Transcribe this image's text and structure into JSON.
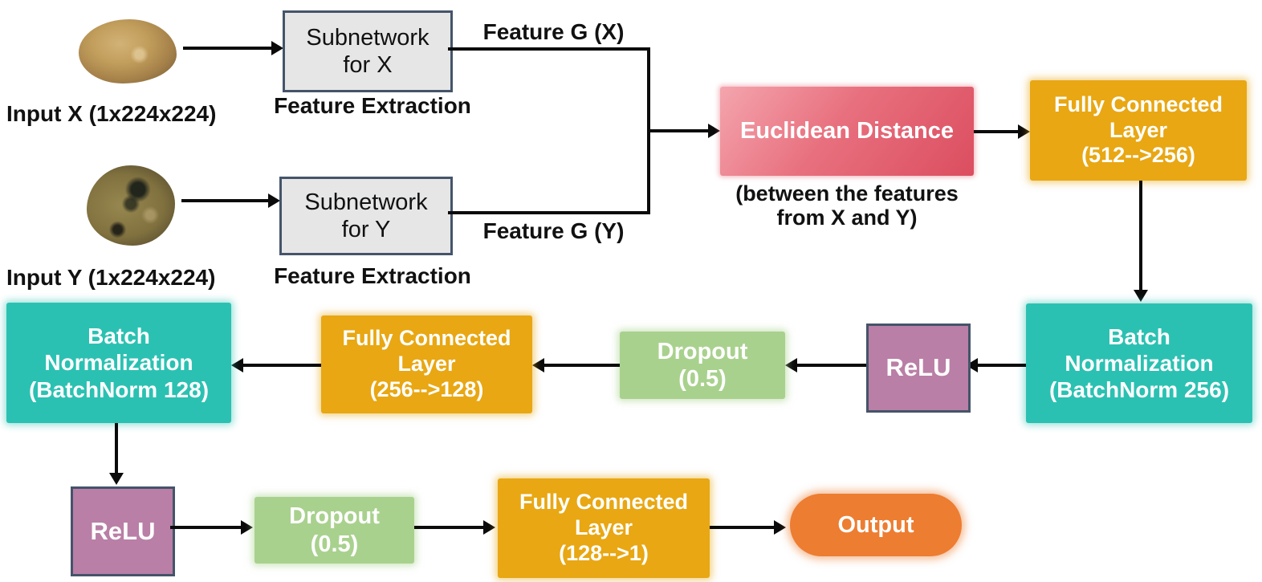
{
  "colors": {
    "amber": "#E8A713",
    "teal": "#2BC1B2",
    "green": "#A9D18E",
    "mauve": "#B97FA6",
    "euclid_gradient_light": "#F4A5AE",
    "euclid_gradient_dark": "#DB4E60",
    "output_orange": "#ED7D31",
    "box_border": "#44546A",
    "subnetwork_fill": "#E7E6E6",
    "arrow": "#0B0B0B",
    "text_dark": "#111111",
    "text_light": "#FFFFFF"
  },
  "branch_x": {
    "input_label": "Input X  (1x224x224)",
    "subnetwork_label": "Subnetwork\nfor X",
    "caption": "Feature Extraction",
    "feature_label": "Feature G (X)"
  },
  "branch_y": {
    "input_label": "Input Y  (1x224x224)",
    "subnetwork_label": "Subnetwork\nfor Y",
    "caption": "Feature Extraction",
    "feature_label": "Feature G (Y)"
  },
  "merge": {
    "euclidean_label": "Euclidean Distance",
    "euclidean_caption": "(between the features\nfrom X and Y)"
  },
  "head": {
    "fc1": "Fully Connected\nLayer\n(512-->256)",
    "bn256": "Batch\nNormalization\n(BatchNorm 256)",
    "relu1": "ReLU",
    "dropout1": "Dropout\n(0.5)",
    "fc2": "Fully Connected\nLayer\n(256-->128)",
    "bn128": "Batch\nNormalization\n(BatchNorm 128)",
    "relu2": "ReLU",
    "dropout2": "Dropout\n(0.5)",
    "fc3": "Fully Connected\nLayer\n(128-->1)",
    "output": "Output"
  }
}
